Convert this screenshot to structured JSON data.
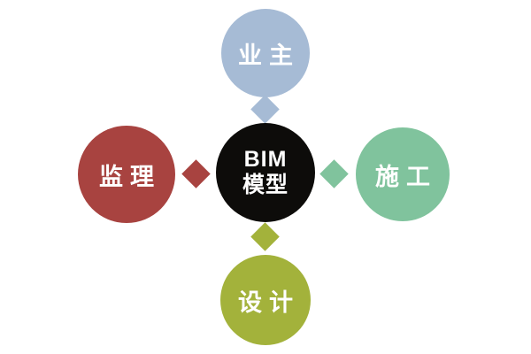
{
  "diagram": {
    "title": "BIM model stakeholder diagram",
    "center": {
      "lines": [
        "BIM",
        "模型"
      ],
      "color": "#0d0c0a",
      "text_color": "#ffffff"
    },
    "nodes": [
      {
        "id": "owner",
        "label": "业主",
        "position": "top",
        "color": "#a6bbd5"
      },
      {
        "id": "supervision",
        "label": "监理",
        "position": "left",
        "color": "#a84340"
      },
      {
        "id": "construction",
        "label": "施工",
        "position": "right",
        "color": "#80c39d"
      },
      {
        "id": "design",
        "label": "设计",
        "position": "bottom",
        "color": "#a3b23b"
      }
    ],
    "connectors": [
      {
        "direction": "top",
        "color": "#a6bbd5"
      },
      {
        "direction": "left",
        "color": "#a84340"
      },
      {
        "direction": "right",
        "color": "#80c39d"
      },
      {
        "direction": "bottom",
        "color": "#a3b23b"
      }
    ],
    "background_color": "#ffffff"
  }
}
